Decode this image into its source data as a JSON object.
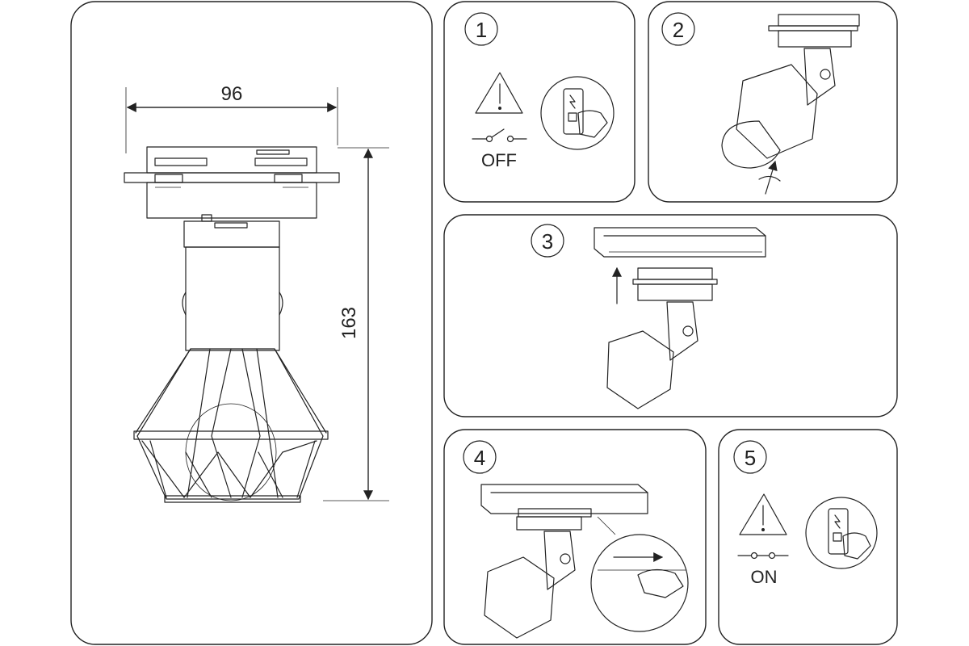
{
  "dimensions": {
    "width_label": "96",
    "height_label": "163"
  },
  "steps": [
    {
      "number": "1",
      "caption": "OFF"
    },
    {
      "number": "2"
    },
    {
      "number": "3"
    },
    {
      "number": "4"
    },
    {
      "number": "5",
      "caption": "ON"
    }
  ],
  "icons": [
    "warning-triangle-icon",
    "switch-hand-icon",
    "circuit-switch-icon",
    "rotate-arrow-icon",
    "up-arrow-icon"
  ]
}
